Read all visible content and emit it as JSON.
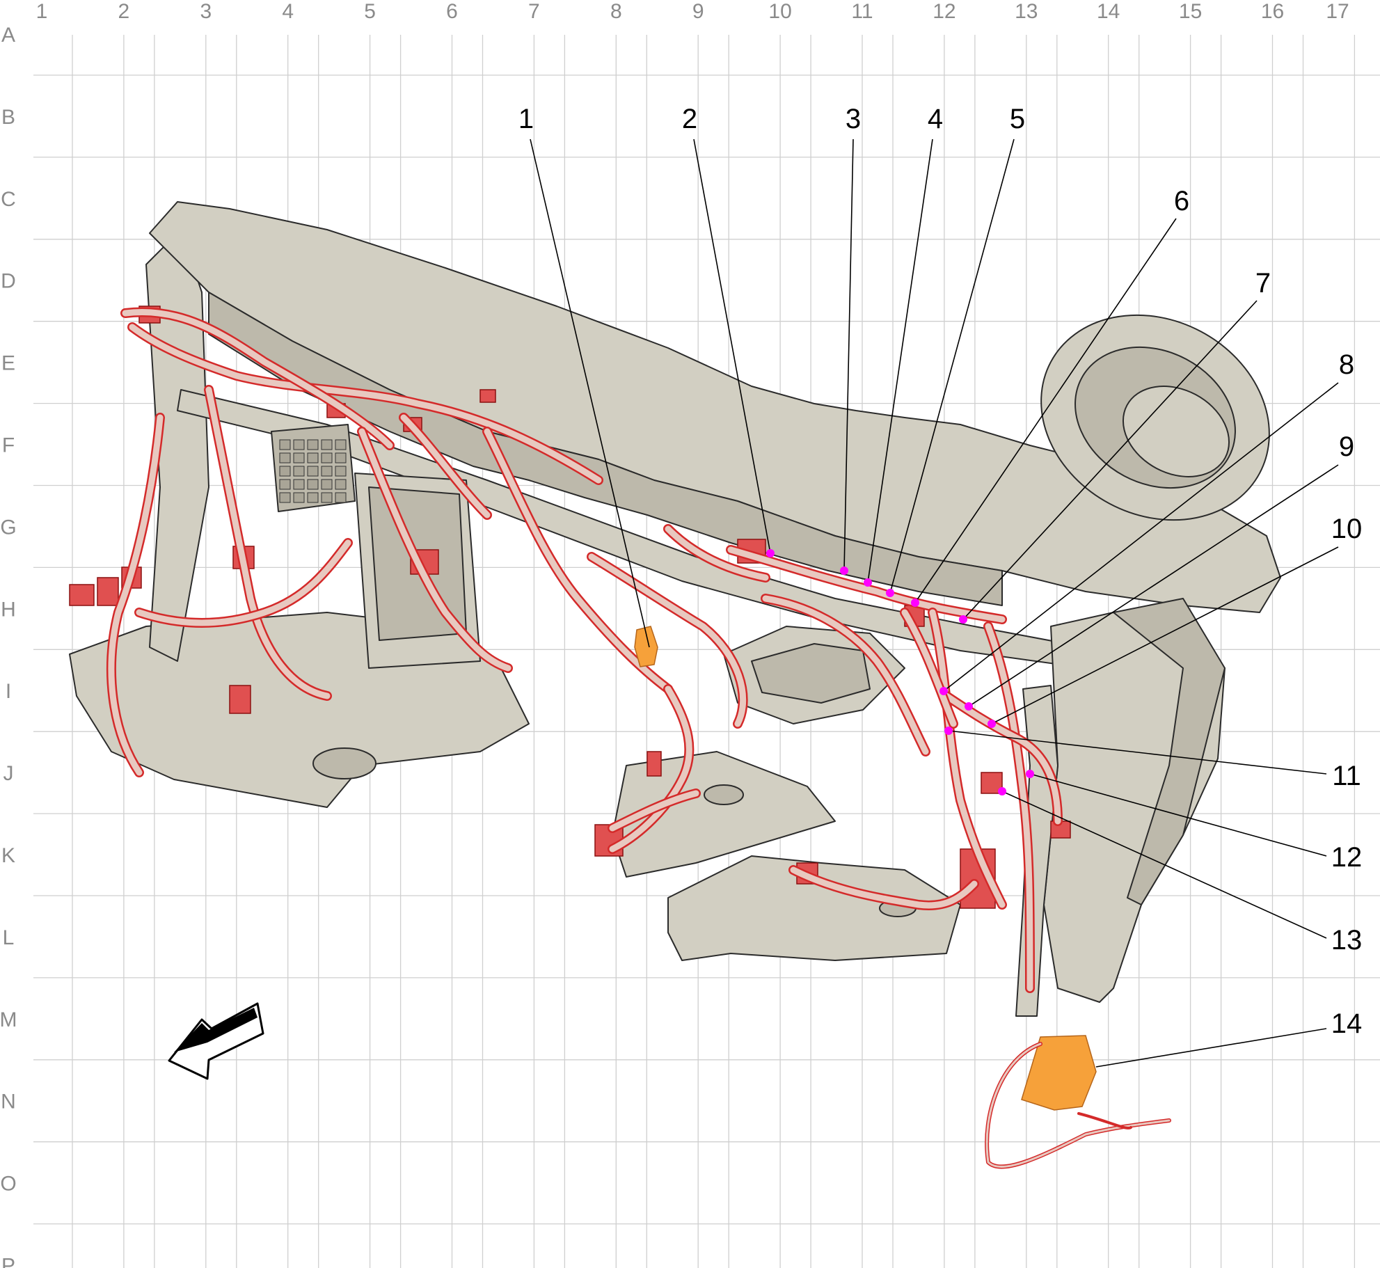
{
  "grid": {
    "columns": [
      "1",
      "2",
      "3",
      "4",
      "5",
      "6",
      "7",
      "8",
      "9",
      "10",
      "11",
      "12",
      "13",
      "14",
      "15",
      "16",
      "17"
    ],
    "rows": [
      "A",
      "B",
      "C",
      "D",
      "E",
      "F",
      "G",
      "H",
      "I",
      "J",
      "K",
      "L",
      "M",
      "N",
      "O",
      "P"
    ]
  },
  "callouts": [
    "1",
    "2",
    "3",
    "4",
    "5",
    "6",
    "7",
    "8",
    "9",
    "10",
    "11",
    "12",
    "13",
    "14"
  ],
  "colors": {
    "harness": "#d42a2a",
    "harness_core": "#e8c9c0",
    "dash_body": "#d2cfc2",
    "highlight_connector": "#f6a13a",
    "callout_marker": "#ff00ff",
    "grid": "#cfcfcf",
    "axis_label": "#8a8a8a",
    "leader_line": "#000000"
  },
  "icons": {
    "direction_arrow": "front-direction-arrow-icon"
  }
}
